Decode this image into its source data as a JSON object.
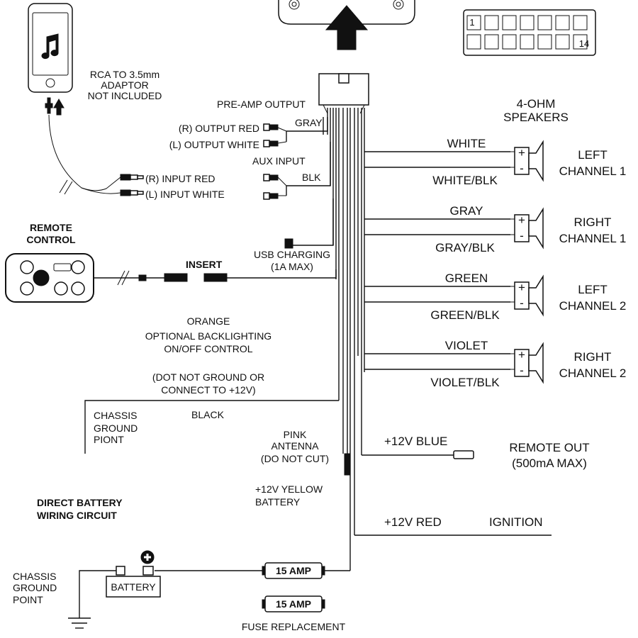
{
  "phone": {
    "adaptor_line1": "RCA TO 3.5mm",
    "adaptor_line2": "ADAPTOR",
    "adaptor_line3": "NOT INCLUDED"
  },
  "connector": {
    "pin_first": "1",
    "pin_last": "14"
  },
  "preamp": {
    "title": "PRE-AMP OUTPUT",
    "wire": "GRAY",
    "right": "(R) OUTPUT RED",
    "left": "(L) OUTPUT WHITE"
  },
  "aux": {
    "title": "AUX INPUT",
    "wire": "BLK",
    "right": "(R) INPUT RED",
    "left": "(L) INPUT WHITE"
  },
  "usb": {
    "line1": "USB CHARGING",
    "line2": "(1A MAX)"
  },
  "remote": {
    "line1": "REMOTE",
    "line2": "CONTROL",
    "insert": "INSERT"
  },
  "speakers": {
    "title_line1": "4-OHM",
    "title_line2": "SPEAKERS",
    "items": [
      {
        "pos": "WHITE",
        "neg": "WHITE/BLK",
        "name1": "LEFT",
        "name2": "CHANNEL 1"
      },
      {
        "pos": "GRAY",
        "neg": "GRAY/BLK",
        "name1": "RIGHT",
        "name2": "CHANNEL 1"
      },
      {
        "pos": "GREEN",
        "neg": "GREEN/BLK",
        "name1": "LEFT",
        "name2": "CHANNEL 2"
      },
      {
        "pos": "VIOLET",
        "neg": "VIOLET/BLK",
        "name1": "RIGHT",
        "name2": "CHANNEL 2"
      }
    ],
    "plus": "+",
    "minus": "-"
  },
  "orange": {
    "line1": "ORANGE",
    "line2": "OPTIONAL BACKLIGHTING",
    "line3": "ON/OFF CONTROL",
    "line4": "(DOT NOT GROUND OR",
    "line5": "CONNECT TO +12V)"
  },
  "black": {
    "wire": "BLACK",
    "line1": "CHASSIS",
    "line2": "GROUND",
    "line3": "PIONT"
  },
  "pink": {
    "line1": "PINK",
    "line2": "ANTENNA",
    "line3": "(DO NOT CUT)"
  },
  "yellow": {
    "line1": "+12V YELLOW",
    "line2": "BATTERY"
  },
  "blue": {
    "wire": "+12V BLUE",
    "line1": "REMOTE OUT",
    "line2": "(500mA MAX)"
  },
  "red": {
    "wire": "+12V RED",
    "name": "IGNITION"
  },
  "battery_circuit": {
    "line1": "DIRECT BATTERY",
    "line2": "WIRING CIRCUIT"
  },
  "battery": {
    "label": "BATTERY"
  },
  "ground": {
    "line1": "CHASSIS",
    "line2": "GROUND",
    "line3": "POINT"
  },
  "fuse": {
    "label": "15 AMP",
    "spare_label": "15 AMP",
    "caption": "FUSE REPLACEMENT"
  }
}
